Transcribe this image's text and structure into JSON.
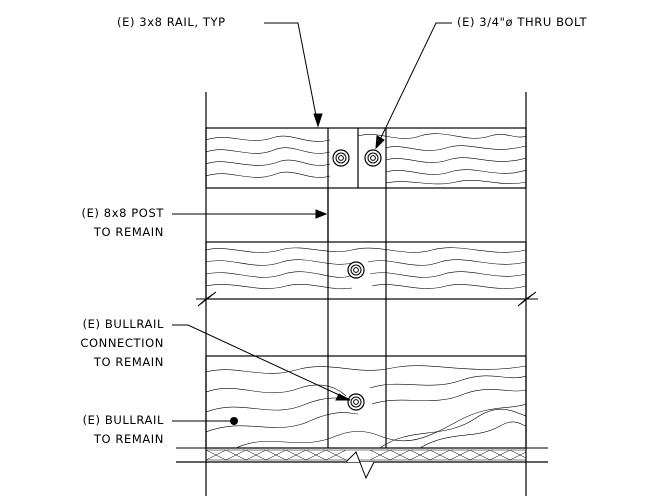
{
  "callouts": {
    "rail": "(E) 3x8 RAIL, TYP",
    "bolt": "(E) 3/4\"ø THRU BOLT",
    "post_line1": "(E) 8x8 POST",
    "post_line2": "TO REMAIN",
    "conn_line1": "(E) BULLRAIL",
    "conn_line2": "CONNECTION",
    "conn_line3": "TO REMAIN",
    "bull_line1": "(E) BULLRAIL",
    "bull_line2": "TO REMAIN"
  }
}
